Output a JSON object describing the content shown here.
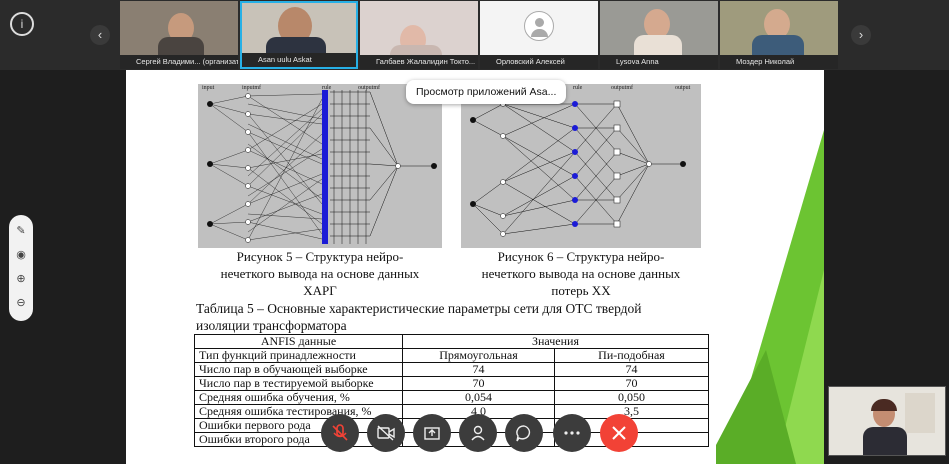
{
  "participants": [
    {
      "name": "Сергей Владими... (организатор)",
      "mic": "on",
      "active": false
    },
    {
      "name": "Asan uulu Askat",
      "mic": "on",
      "active": true
    },
    {
      "name": "Галбаев Жалалидин Токто...",
      "mic": "on",
      "active": false
    },
    {
      "name": "Орловский Алексей",
      "mic": "off",
      "active": false
    },
    {
      "name": "Lysova Anna",
      "mic": "off",
      "active": false
    },
    {
      "name": "Моздер Николай",
      "mic": "on",
      "active": false
    }
  ],
  "tooltip": "Просмотр приложений Asa...",
  "figure5": {
    "labels": [
      "input",
      "inputmf",
      "rule",
      "outputmf",
      "output"
    ],
    "caption_lines": [
      "Рисунок 5 – Структура нейро-",
      "нечеткого вывода на основе данных",
      "ХАРГ"
    ]
  },
  "figure6": {
    "labels": [
      "input",
      "inputmf",
      "rule",
      "outputmf",
      "output"
    ],
    "caption_lines": [
      "Рисунок 6 – Структура нейро-",
      "нечеткого вывода на основе данных",
      "потерь ХХ"
    ]
  },
  "table": {
    "title_lines": [
      "Таблица 5 – Основные характеристические параметры сети для ОТС твердой",
      "изоляции трансформатора"
    ],
    "header_left": "ANFIS данные",
    "header_right": "Значения",
    "rows": [
      [
        "Тип функций принадлежности",
        "Прямоугольная",
        "Пи-подобная"
      ],
      [
        "Число пар в обучающей выборке",
        "74",
        "74"
      ],
      [
        "Число пар в тестируемой выборке",
        "70",
        "70"
      ],
      [
        "Средняя ошибка обучения, %",
        "0,054",
        "0,050"
      ],
      [
        "Средняя ошибка тестирования, %",
        "4,0",
        "3,5"
      ],
      [
        "Ошибки первого рода",
        "",
        ""
      ],
      [
        "Ошибки второго рода",
        "",
        ""
      ]
    ]
  },
  "colors": {
    "accent": "#27b0e6",
    "end_call": "#f24236",
    "slide_green": "#6cc432"
  }
}
